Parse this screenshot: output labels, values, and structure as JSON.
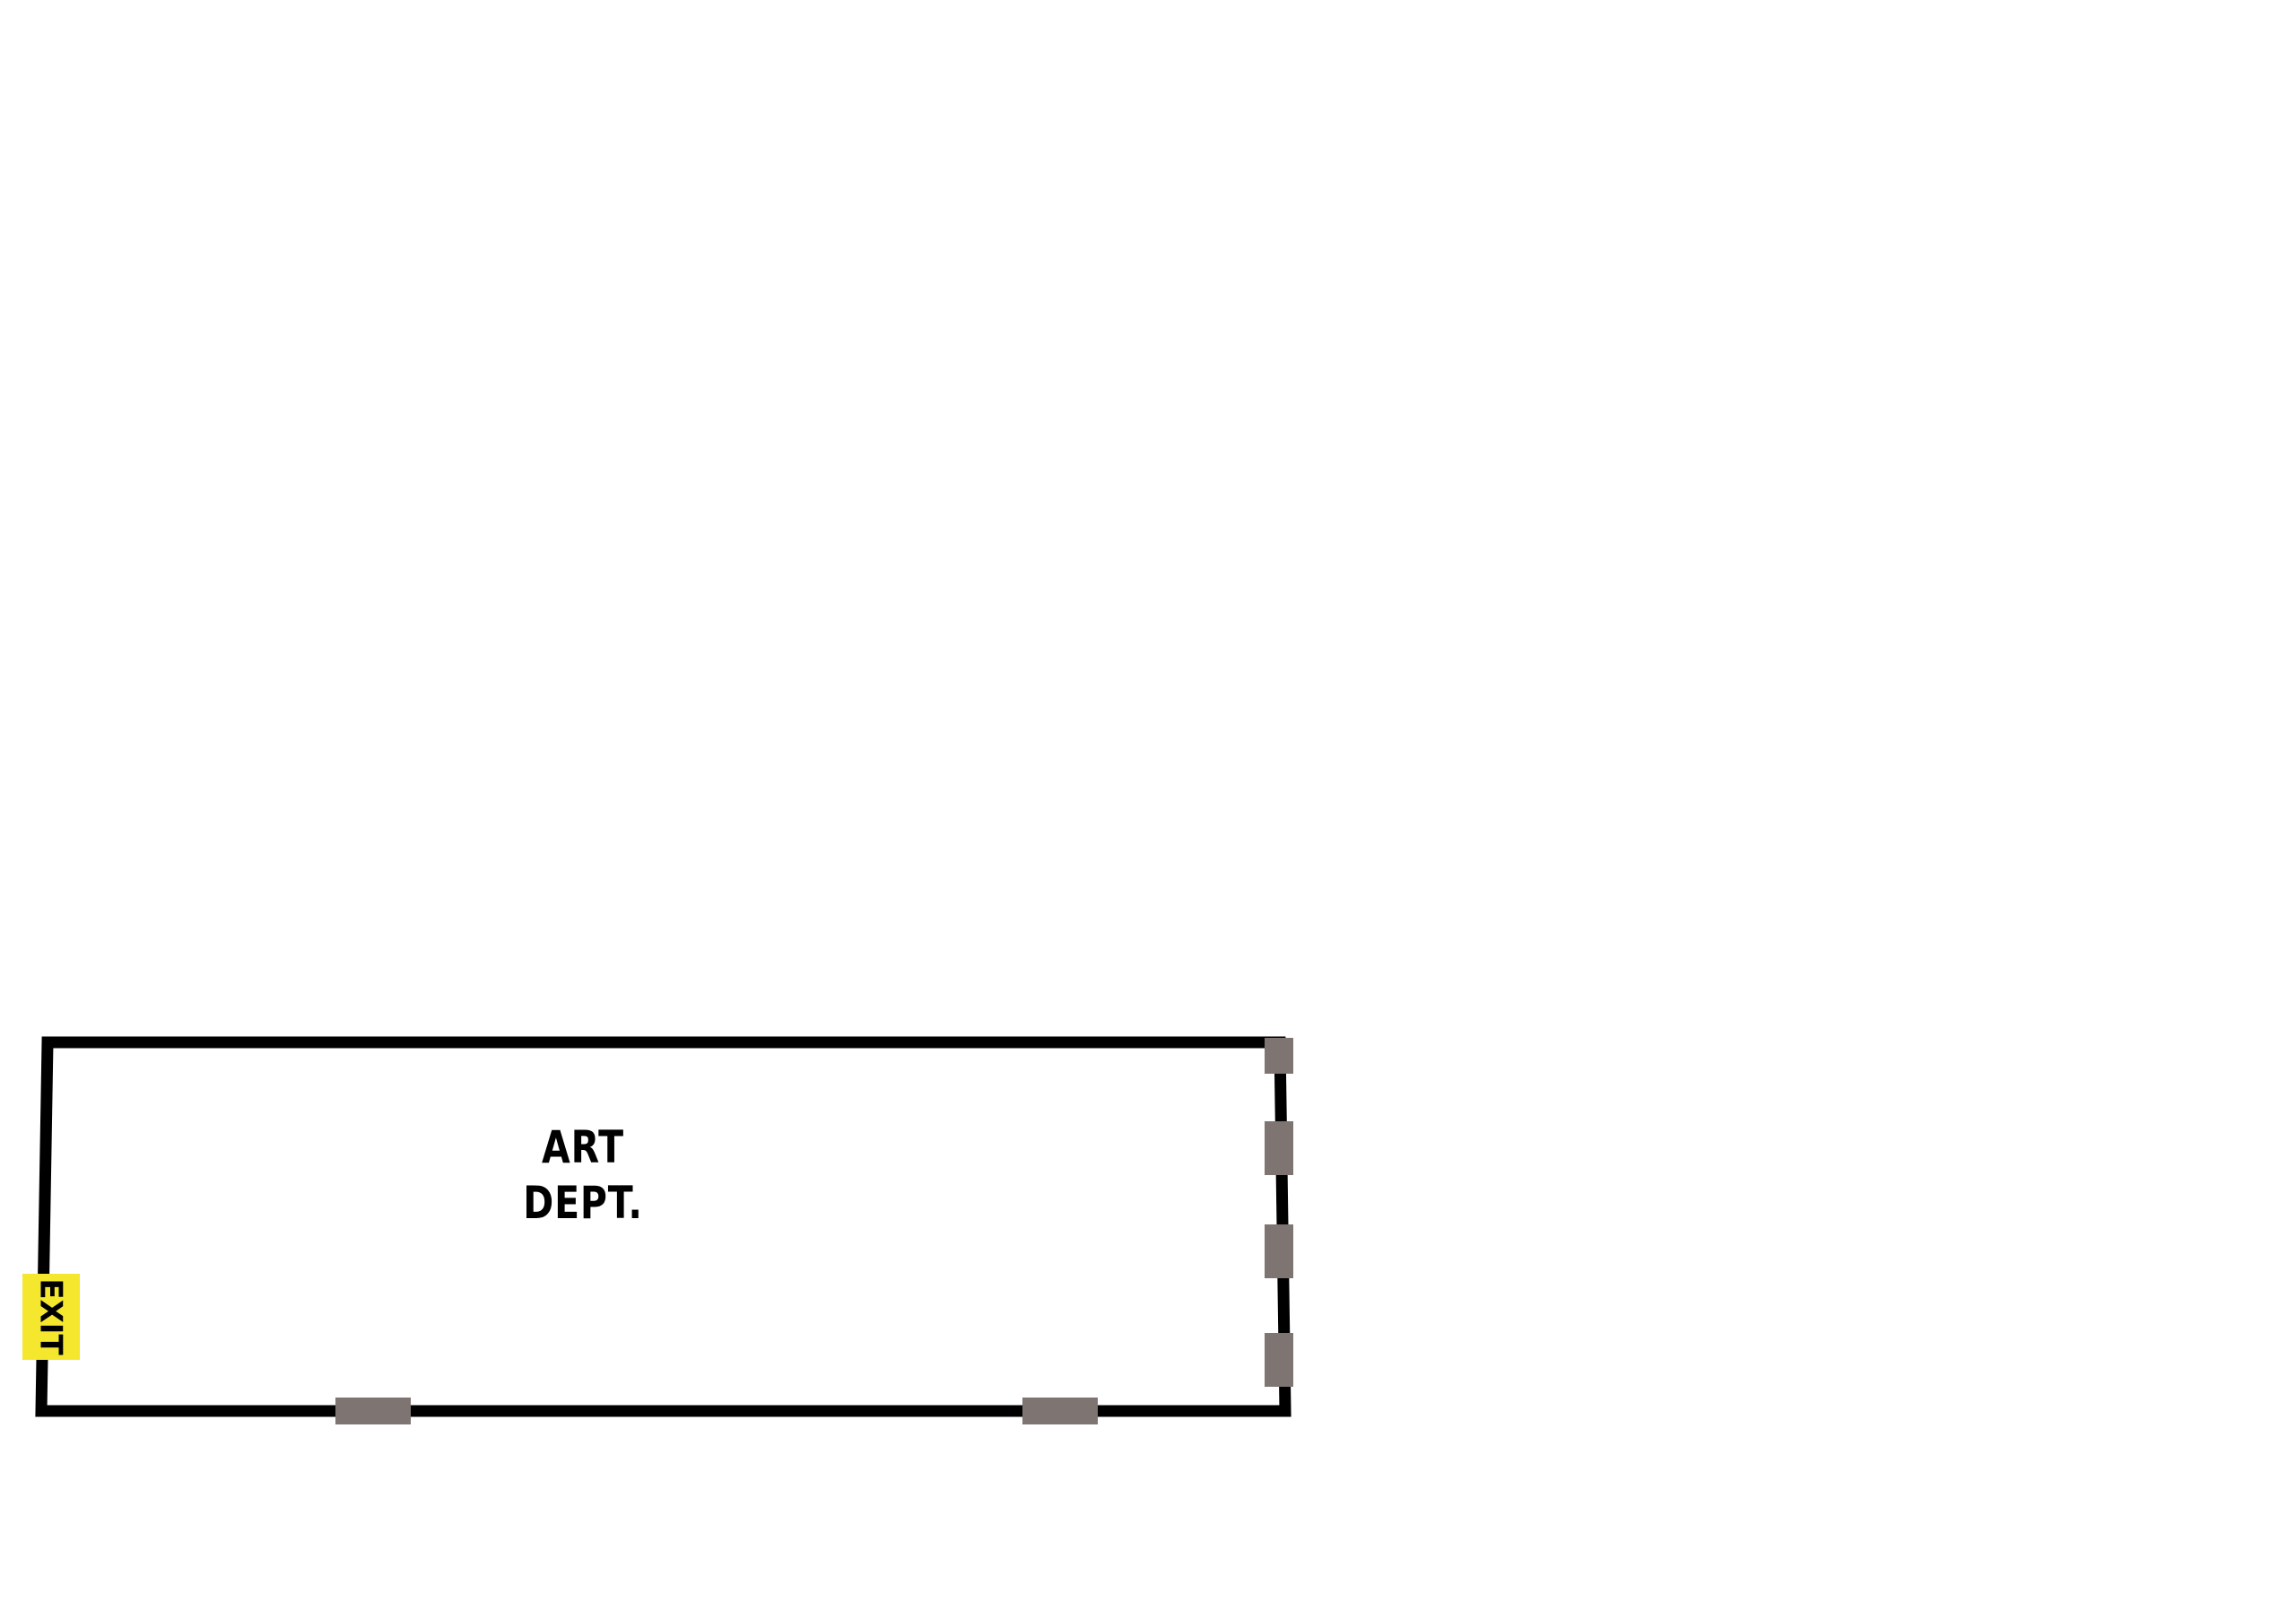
{
  "room": {
    "name_line1": "ART",
    "name_line2": "DEPT."
  },
  "exit": {
    "label": "EXIT",
    "icon": "exit-sign-icon",
    "color": "#F5E72E"
  },
  "openings": {
    "right_wall_count": 4,
    "bottom_wall_count": 2,
    "color": "#7E7573"
  },
  "colors": {
    "wall": "#000000",
    "background": "#FFFFFF"
  }
}
